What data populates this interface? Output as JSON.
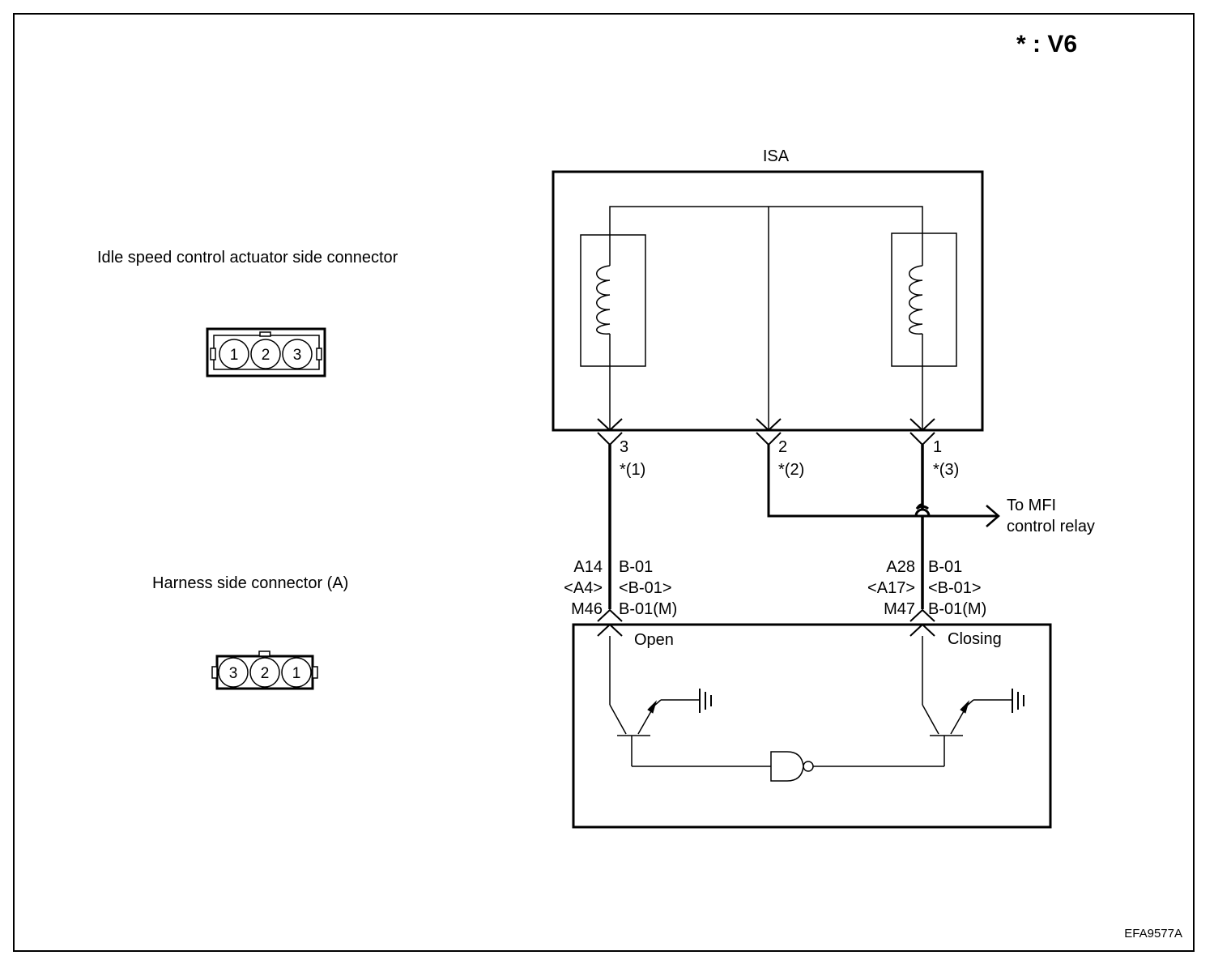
{
  "header": {
    "variant_note": "* : V6"
  },
  "isa": {
    "title": "ISA"
  },
  "left": {
    "actuator_connector_label": "Idle speed control actuator side connector",
    "actuator_pins": [
      "1",
      "2",
      "3"
    ],
    "harness_connector_label": "Harness side connector (A)",
    "harness_pins": [
      "3",
      "2",
      "1"
    ]
  },
  "isa_pins": {
    "left": {
      "num": "3",
      "v6": "*(1)"
    },
    "middle": {
      "num": "2",
      "v6": "*(2)"
    },
    "right": {
      "num": "1",
      "v6": "*(3)"
    }
  },
  "mfi": {
    "line1": "To MFI",
    "line2": "control relay"
  },
  "ecm_pins": {
    "left": {
      "a1": "A14",
      "a2": "<A4>",
      "a3": "M46",
      "b1": "B-01",
      "b2": "<B-01>",
      "b3": "B-01(M)"
    },
    "right": {
      "a1": "A28",
      "a2": "<A17>",
      "a3": "M47",
      "b1": "B-01",
      "b2": "<B-01>",
      "b3": "B-01(M)"
    }
  },
  "ecm": {
    "open_label": "Open",
    "closing_label": "Closing"
  },
  "footer": {
    "figure_code": "EFA9577A"
  }
}
